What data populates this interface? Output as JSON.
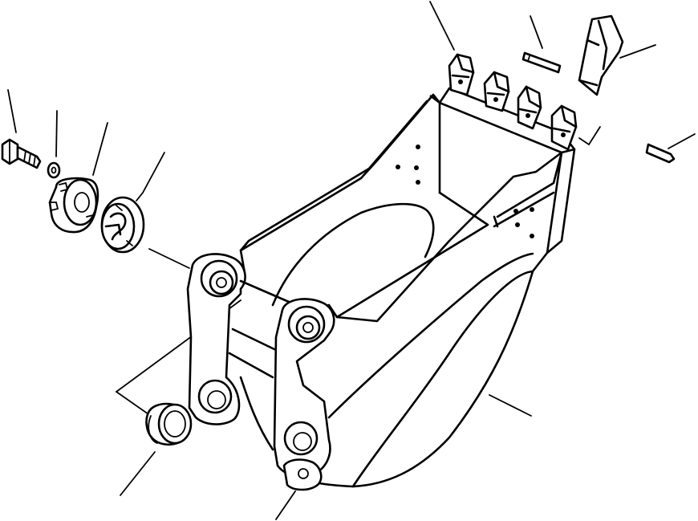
{
  "figure": {
    "background_color": "#ffffff",
    "line_color": "#000000",
    "parts": [
      "bolt",
      "washer",
      "spacer-nut",
      "shim-plate",
      "bushing",
      "bucket-body",
      "bucket-tooth",
      "lock-pin",
      "tooth-adapter",
      "side-pin",
      "boss",
      "mounting-bracket"
    ]
  }
}
